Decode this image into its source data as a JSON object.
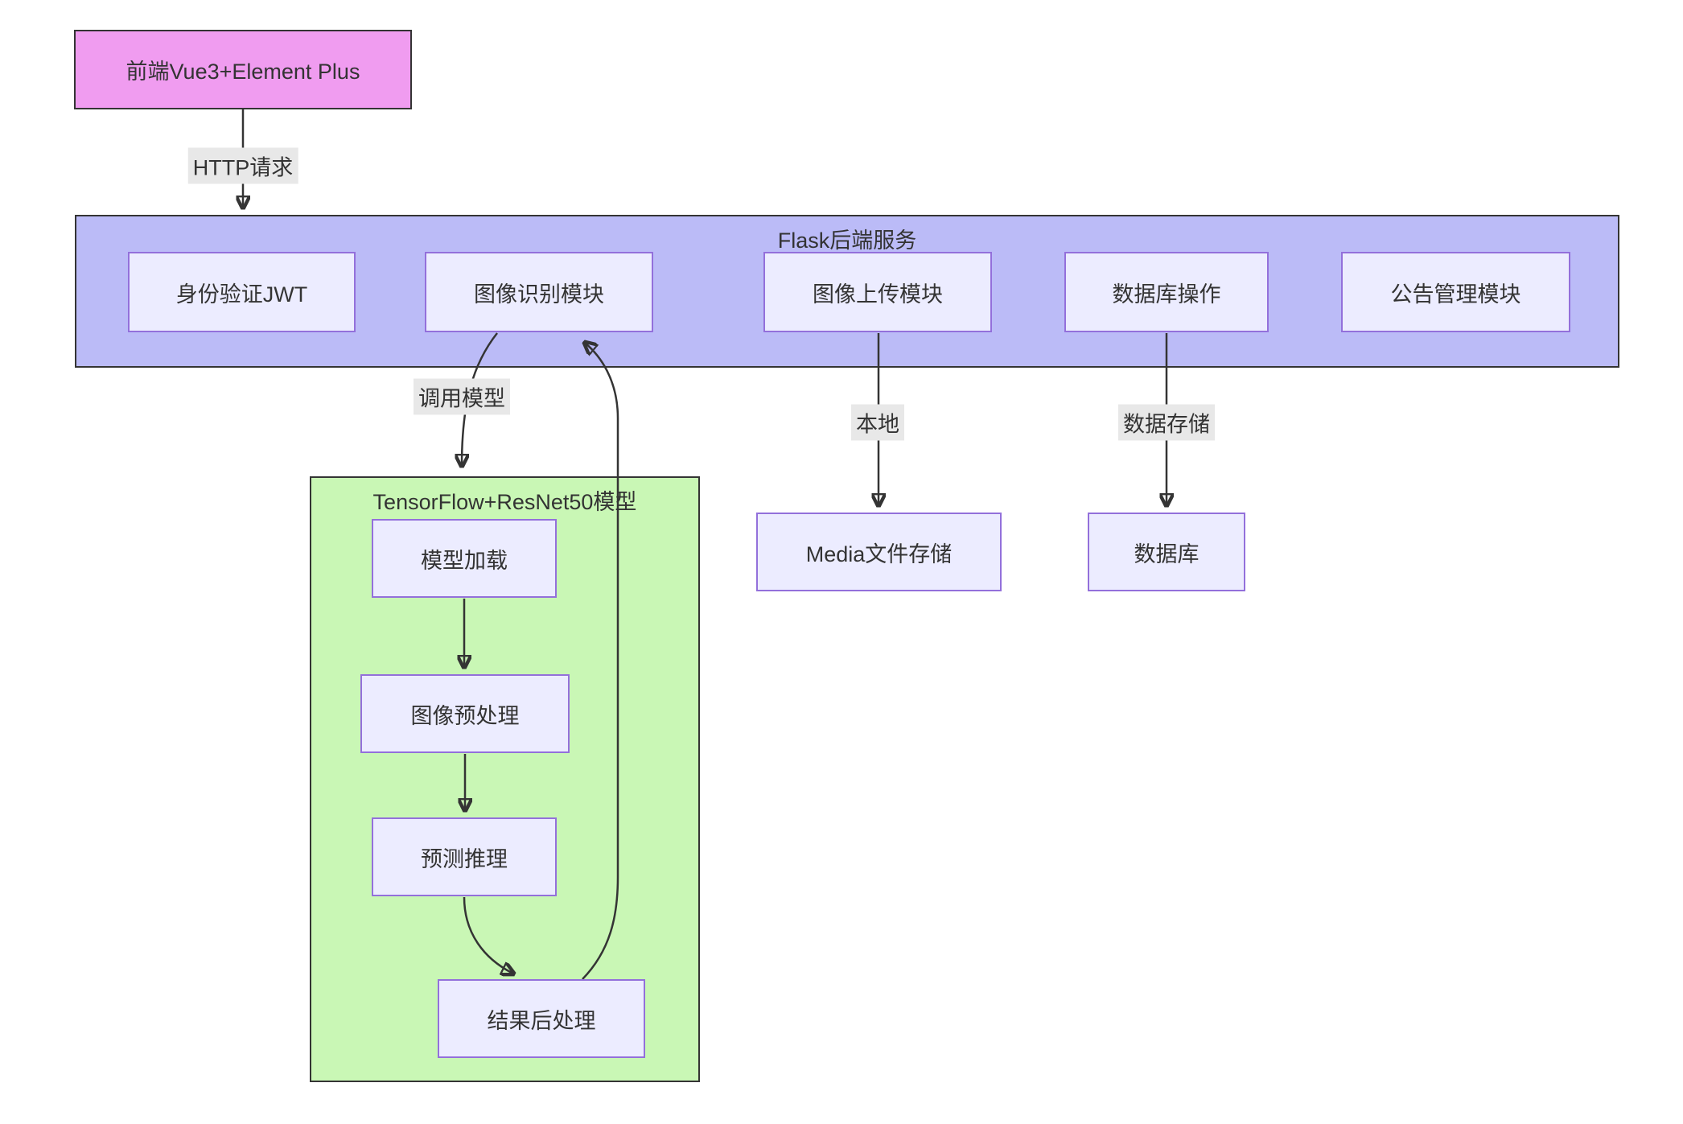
{
  "nodes": {
    "frontend": "前端Vue3+Element Plus",
    "media_storage": "Media文件存储",
    "database": "数据库"
  },
  "flask": {
    "title": "Flask后端服务",
    "modules": [
      "身份验证JWT",
      "图像识别模块",
      "图像上传模块",
      "数据库操作",
      "公告管理模块"
    ]
  },
  "model": {
    "title": "TensorFlow+ResNet50模型",
    "steps": [
      "模型加载",
      "图像预处理",
      "预测推理",
      "结果后处理"
    ]
  },
  "edge_labels": {
    "http": "HTTP请求",
    "call_model": "调用模型",
    "local": "本地",
    "data_store": "数据存储"
  },
  "colors": {
    "frontend-fill": "#f09cf0",
    "flask-fill": "#bbbbf7",
    "model-fill": "#c9f7b5",
    "node-fill": "#ececff",
    "node-border": "#9370db",
    "container-border": "#343434",
    "edge": "#343434",
    "label-bg": "#e8e8e8",
    "text": "#333333"
  }
}
